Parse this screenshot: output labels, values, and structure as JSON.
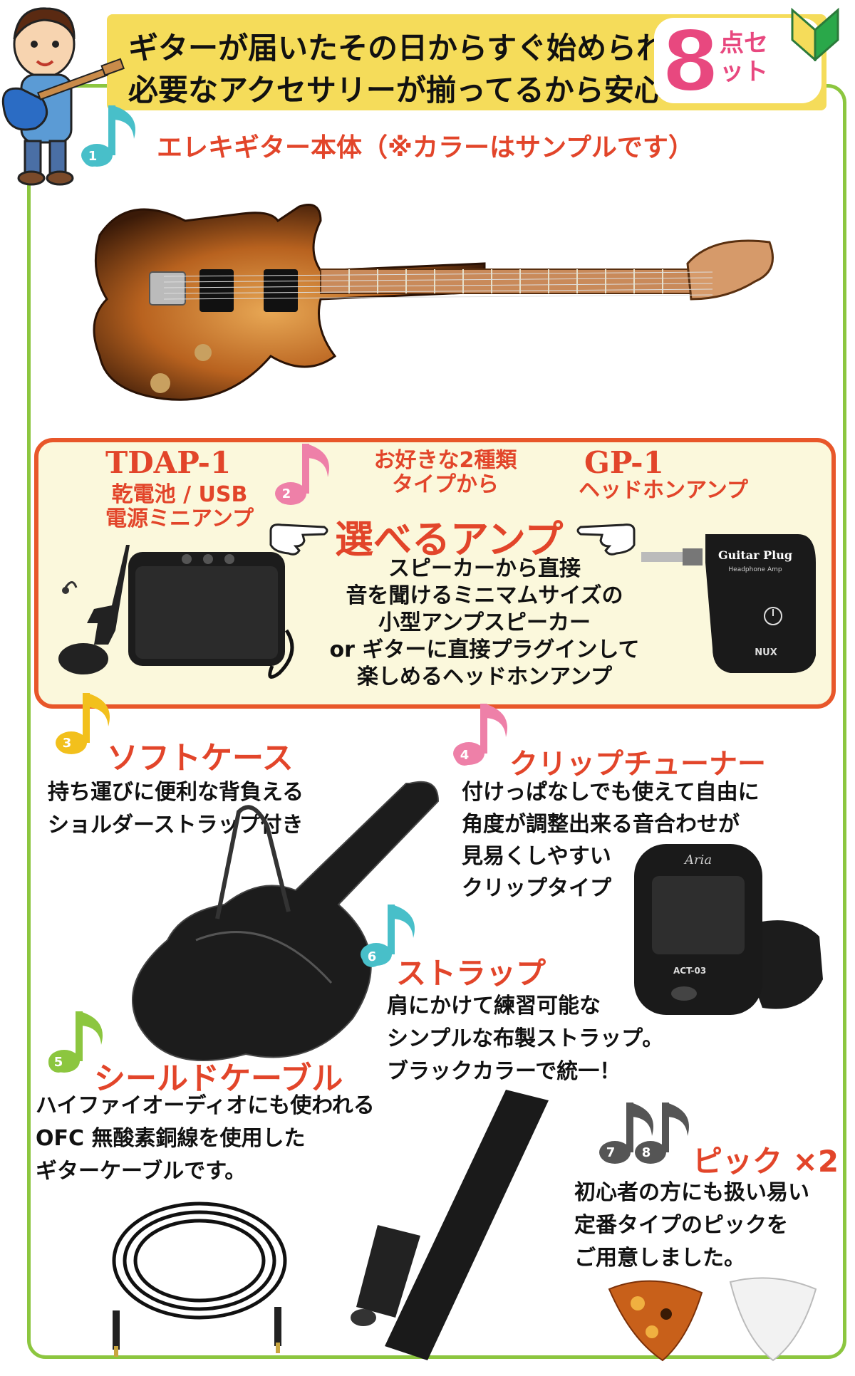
{
  "banner": {
    "line1": "ギターが届いたその日からすぐ始められる",
    "line2": "必要なアクセサリーが揃ってるから安心の",
    "count": "8",
    "count_suffix": "点セット"
  },
  "colors": {
    "frame_green": "#8cc63f",
    "banner_yellow": "#f5dc5a",
    "accent_red": "#e2452a",
    "accent_pink": "#e8487f",
    "amp_border": "#e8572a",
    "amp_bg": "#fbf8dc"
  },
  "item1": {
    "num": "1",
    "title": "エレキギター本体（※カラーはサンプルです）"
  },
  "amp": {
    "num": "2",
    "left_model": "TDAP-1",
    "left_sub": "乾電池 / USB\n電源ミニアンプ",
    "center_sub": "お好きな2種類\nタイプから",
    "right_model": "GP-1",
    "right_sub": "ヘッドホンアンプ",
    "title": "選べるアンプ",
    "desc": [
      "スピーカーから直接",
      "音を聞けるミニマムサイズの",
      "小型アンプスピーカー",
      "or ギターに直接プラグインして",
      "楽しめるヘッドホンアンプ"
    ],
    "plug_brand": "Guitar Plug",
    "plug_sub": "Headphone Amp",
    "plug_logo": "NUX"
  },
  "item3": {
    "num": "3",
    "title": "ソフトケース",
    "desc": [
      "持ち運びに便利な背負える",
      "ショルダーストラップ付き"
    ]
  },
  "item4": {
    "num": "4",
    "title": "クリップチューナー",
    "desc": [
      "付けっぱなしでも使えて自由に",
      "角度が調整出来る音合わせが",
      "見易くしやすい",
      "クリップタイプ"
    ],
    "tuner_brand": "Aria",
    "tuner_model": "ACT-03"
  },
  "item5": {
    "num": "5",
    "title": "シールドケーブル",
    "desc": [
      "ハイファイオーディオにも使われる",
      "OFC 無酸素銅線を使用した",
      "ギターケーブルです。"
    ]
  },
  "item6": {
    "num": "6",
    "title": "ストラップ",
    "desc": [
      "肩にかけて練習可能な",
      "シンプルな布製ストラップ。",
      "ブラックカラーで統一！"
    ]
  },
  "item78": {
    "num_a": "7",
    "num_b": "8",
    "title": "ピック ×2",
    "desc": [
      "初心者の方にも扱い易い",
      "定番タイプのピックを",
      "ご用意しました。"
    ]
  }
}
